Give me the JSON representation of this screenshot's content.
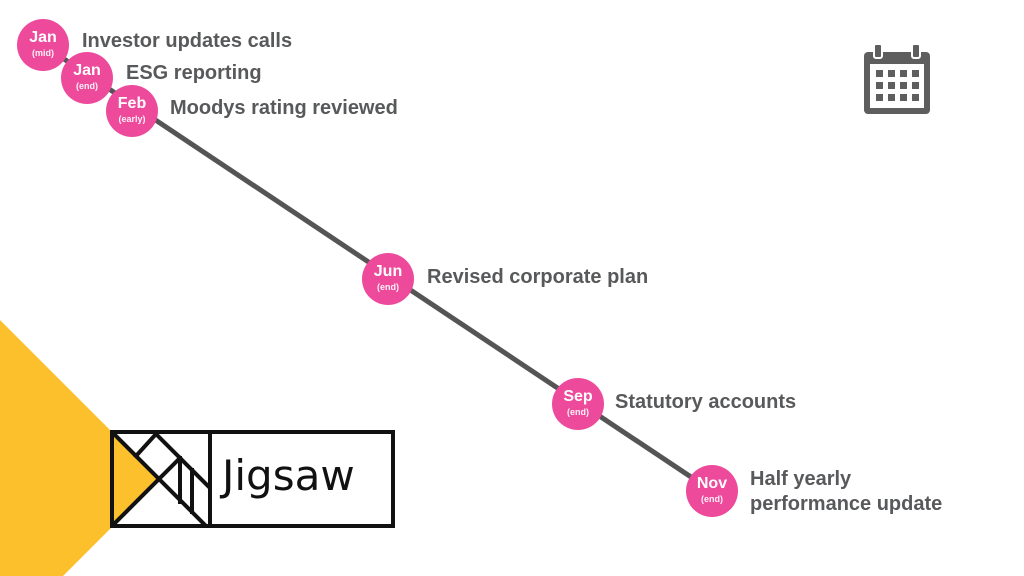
{
  "colors": {
    "accent_pink": "#ee4a9c",
    "brand_yellow": "#fcc02c",
    "line_gray": "#555555",
    "text_gray": "#58595b",
    "logo_black": "#111111"
  },
  "icons": {
    "calendar": "calendar-icon",
    "logo_mark": "jigsaw-tangram-mark"
  },
  "logo": {
    "wordmark": "Jigsaw"
  },
  "timeline": {
    "milestones": [
      {
        "month": "Jan",
        "when": "(mid)",
        "label": "Investor updates calls"
      },
      {
        "month": "Jan",
        "when": "(end)",
        "label": "ESG reporting"
      },
      {
        "month": "Feb",
        "when": "(early)",
        "label": "Moodys rating reviewed"
      },
      {
        "month": "Jun",
        "when": "(end)",
        "label": "Revised corporate plan"
      },
      {
        "month": "Sep",
        "when": "(end)",
        "label": "Statutory accounts"
      },
      {
        "month": "Nov",
        "when": "(end)",
        "label": "Half yearly performance update",
        "label_line1": "Half yearly",
        "label_line2": "performance update"
      }
    ]
  }
}
